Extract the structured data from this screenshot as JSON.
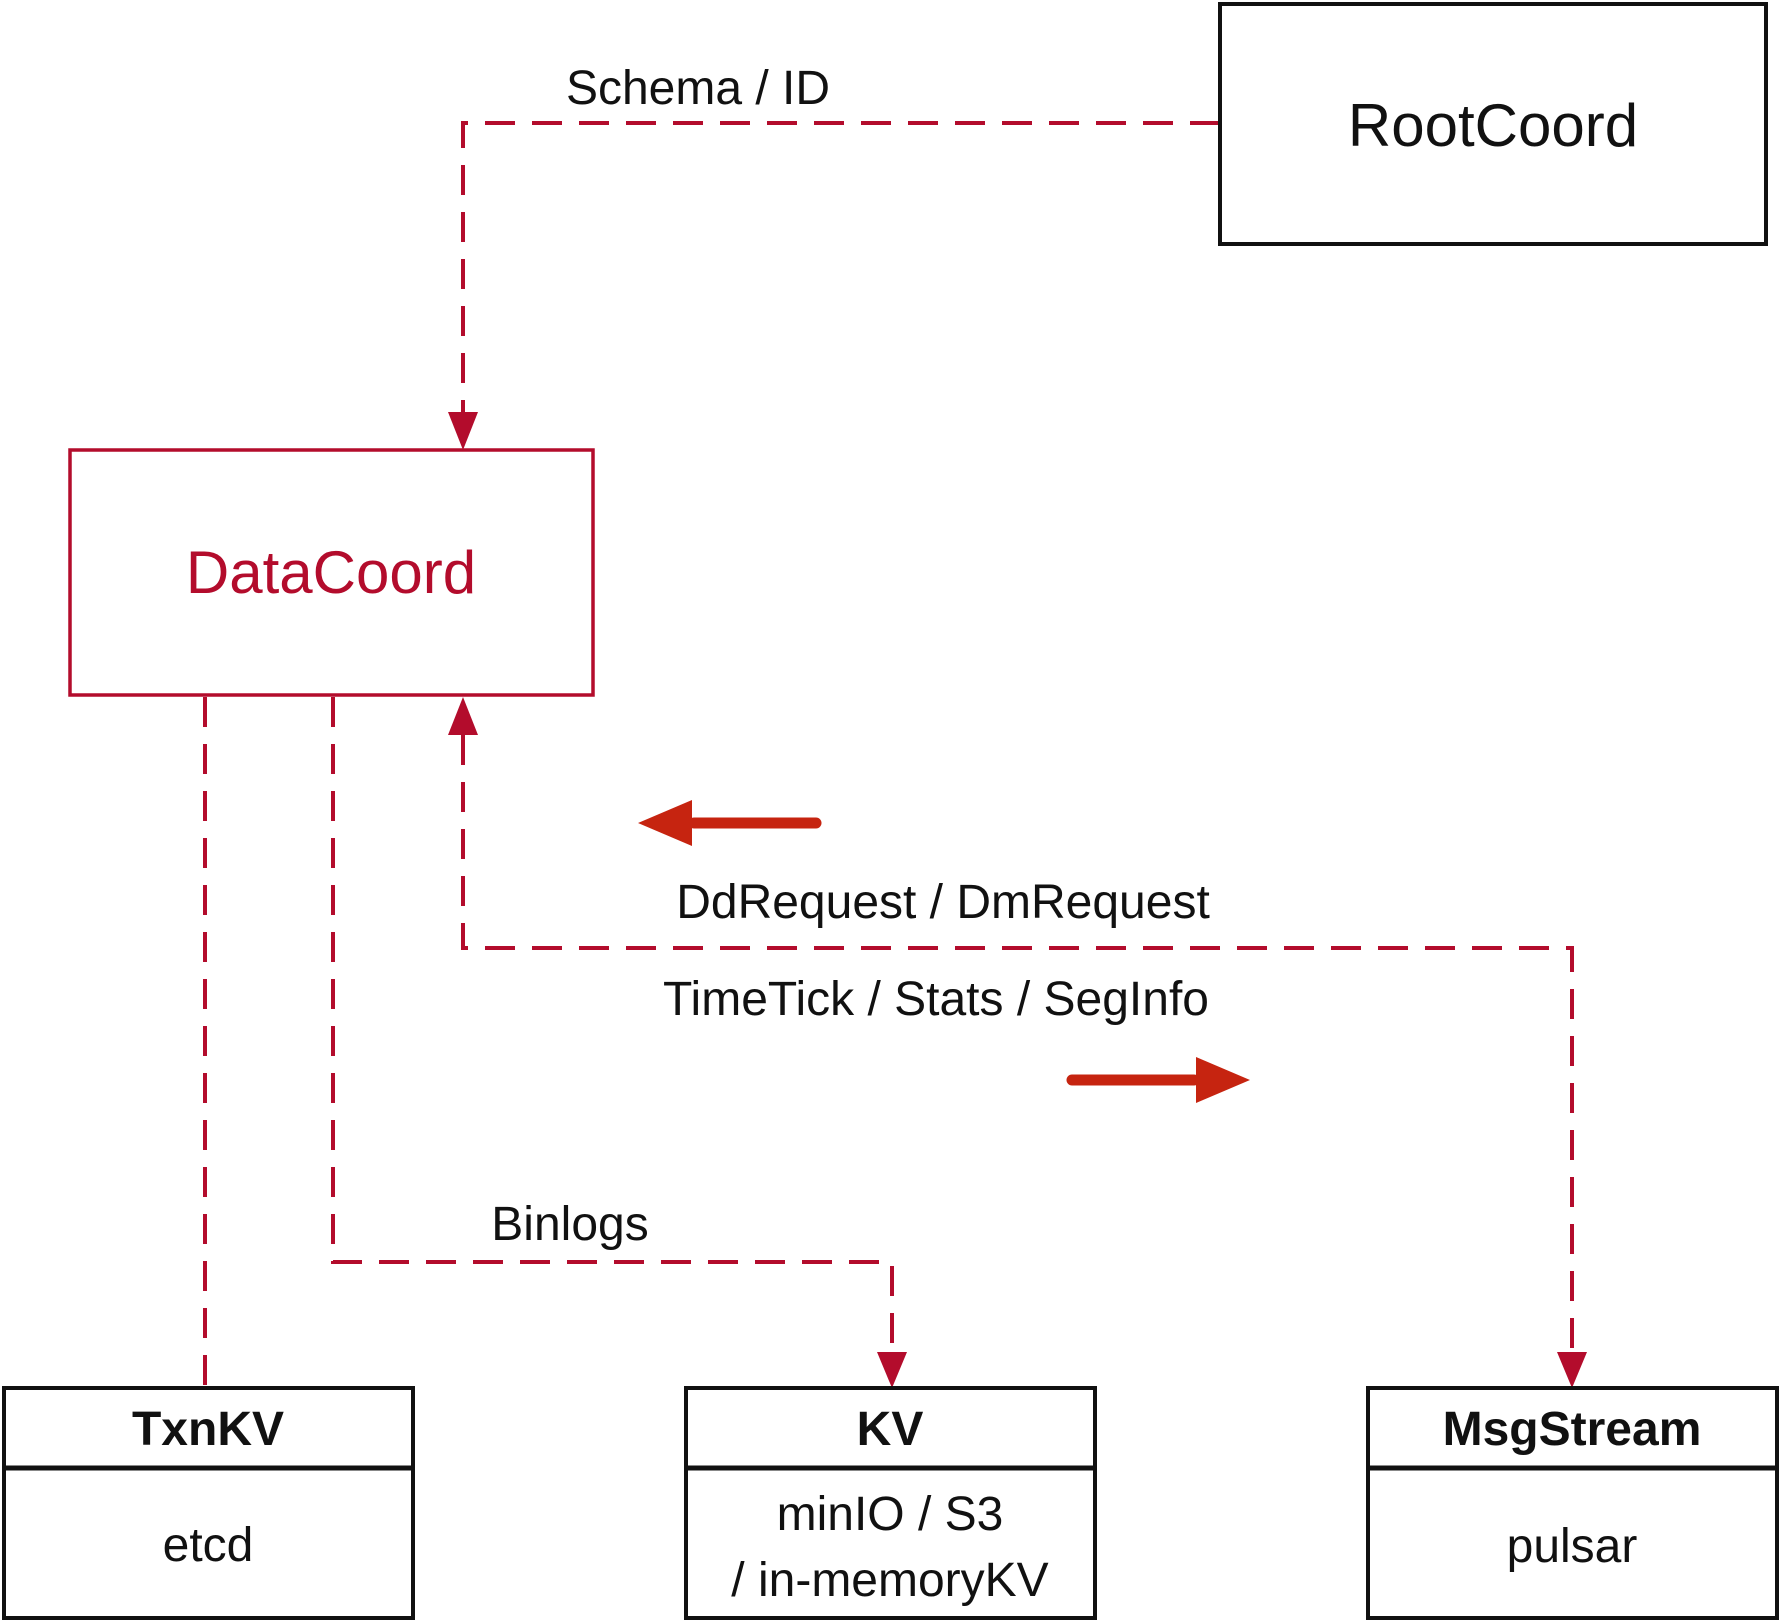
{
  "diagram": {
    "colors": {
      "crimson": "#b30c2c",
      "arrow_red": "#c62410",
      "black": "#111111"
    },
    "nodes": {
      "rootcoord": {
        "label": "RootCoord"
      },
      "datacoord": {
        "label": "DataCoord"
      },
      "txnkv": {
        "title": "TxnKV",
        "body": "etcd"
      },
      "kv": {
        "title": "KV",
        "body_line1": "minIO / S3",
        "body_line2": "/ in-memoryKV"
      },
      "msgstream": {
        "title": "MsgStream",
        "body": "pulsar"
      }
    },
    "edges": {
      "schema_id": {
        "label": "Schema / ID",
        "from": "RootCoord",
        "to": "DataCoord",
        "style": "dashed"
      },
      "dd_dm": {
        "label": "DdRequest / DmRequest",
        "from": "MsgStream",
        "to": "DataCoord",
        "style": "dashed"
      },
      "timetick": {
        "label": "TimeTick / Stats / SegInfo",
        "from": "DataCoord",
        "to": "MsgStream",
        "style": "dashed"
      },
      "binlogs": {
        "label": "Binlogs",
        "from": "DataCoord",
        "to": "KV",
        "style": "dashed"
      },
      "meta": {
        "label": "",
        "from": "DataCoord",
        "to": "TxnKV",
        "style": "dashed"
      }
    }
  }
}
